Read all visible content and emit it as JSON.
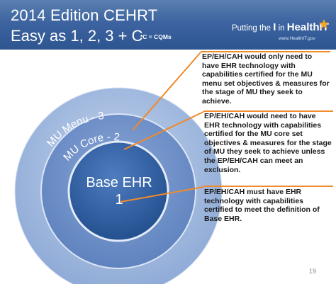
{
  "header": {
    "title_line1": "2014 Edition CEHRT",
    "title_line2": "Easy as 1, 2, 3 + C",
    "footnote": "*C = CQMs",
    "logo_prefix": "Putting the",
    "logo_i": "I",
    "logo_in": "in",
    "logo_brand": "HealthIT",
    "logo_url": "www.HealthIT.gov"
  },
  "rings": {
    "outer_label": "MU Menu - 3",
    "middle_label": "MU Core - 2",
    "inner_line1": "Base EHR",
    "inner_line2": "1"
  },
  "callouts": [
    "EP/EH/CAH would only need to have EHR technology with capabilities certified for the MU menu set objectives & measures for the stage of MU they seek to achieve.",
    "EP/EH/CAH would need to have EHR technology with capabilities certified for the MU core set objectives & measures for the stage of MU they seek to achieve unless the EP/EH/CAH can meet an exclusion.",
    "EP/EH/CAH must have EHR technology with capabilities certified to meet the definition of Base EHR."
  ],
  "page_number": "19",
  "colors": {
    "header_blue": "#3d64a0",
    "outer_ring": "#9fb9df",
    "middle_ring": "#7192c8",
    "inner_core": "#2f5e9f",
    "accent_orange": "#f08a2a"
  }
}
